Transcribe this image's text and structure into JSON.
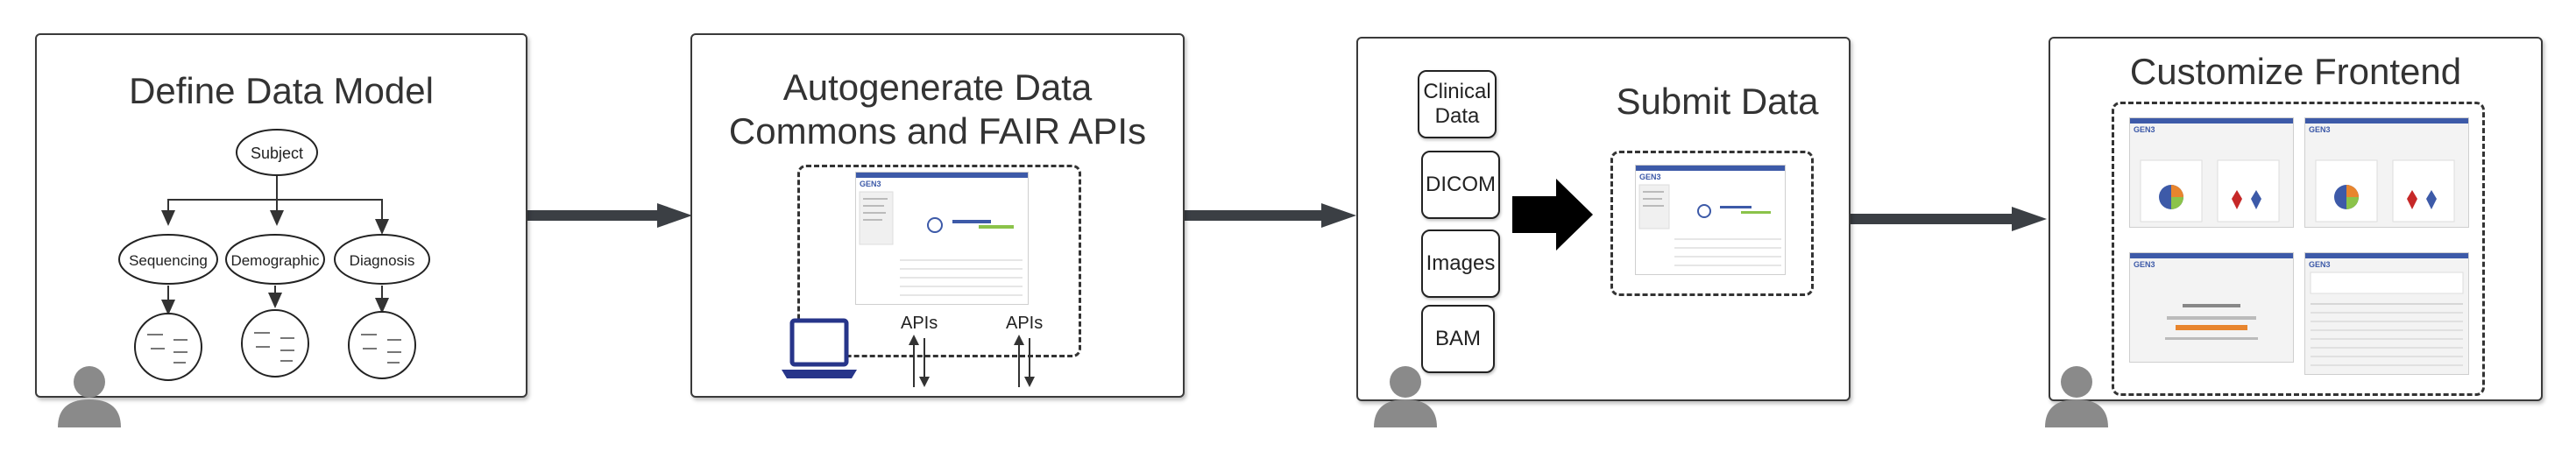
{
  "panels": {
    "define": {
      "title": "Define Data Model",
      "nodes": {
        "subject": "Subject",
        "sequencing": "Sequencing",
        "demographic": "Demographic",
        "diagnosis": "Diagnosis"
      }
    },
    "autogen": {
      "title_line1": "Autogenerate Data",
      "title_line2": "Commons and FAIR APIs",
      "api_left": "APIs",
      "api_right": "APIs"
    },
    "submit": {
      "title": "Submit Data",
      "types": [
        "Clinical\nData",
        "DICOM",
        "Images",
        "BAM"
      ]
    },
    "customize": {
      "title": "Customize Frontend",
      "logo": "GEN3"
    }
  },
  "colors": {
    "border": "#3a3a3a",
    "arrow": "#3b3f44",
    "user": "#8a8a8a",
    "laptop": "#27358a",
    "gen3_blue": "#3d5aa8",
    "bar_green": "#8bc34a",
    "accent_orange": "#e8852e"
  },
  "icons": {
    "user": "user-silhouette-icon",
    "laptop": "laptop-icon",
    "submit_arrow": "right-arrow-icon"
  }
}
